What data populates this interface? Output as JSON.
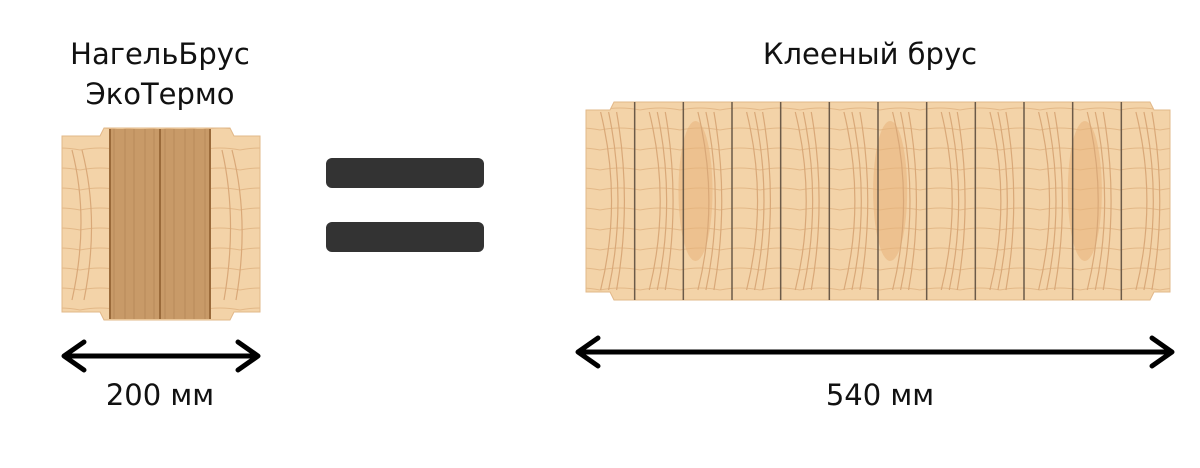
{
  "left_item": {
    "title_line1": "НагельБрус",
    "title_line2": "ЭкоТермо",
    "dimension": "200 мм"
  },
  "right_item": {
    "title": "Клееный брус",
    "dimension": "540 мм"
  },
  "colors": {
    "light_wood": "#f3d3a8",
    "dark_wood": "#c89a68",
    "ring_line": "#d9a878",
    "equals_bar": "#333333",
    "arrow": "#000000"
  }
}
